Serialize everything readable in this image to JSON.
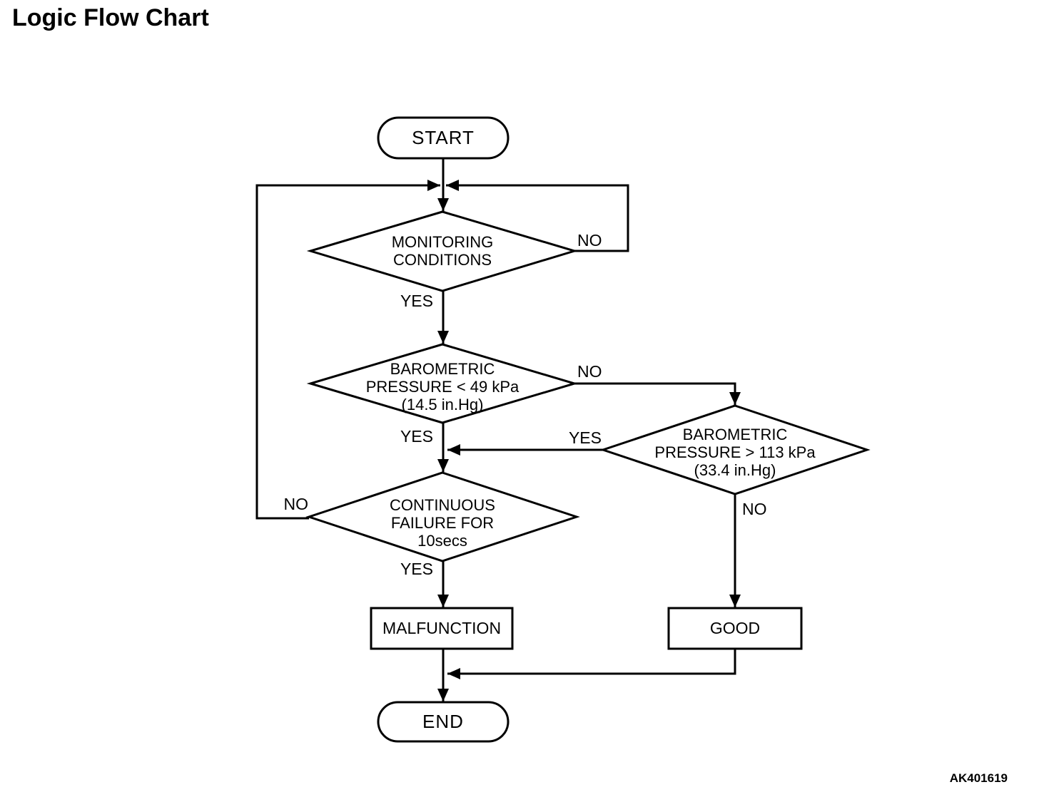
{
  "title": "Logic Flow Chart",
  "figure_code": "AK401619",
  "colors": {
    "ink": "#000000",
    "background": "#ffffff"
  },
  "nodes": {
    "start": {
      "label": "START"
    },
    "monitoring": {
      "lines": [
        "MONITORING",
        "CONDITIONS"
      ]
    },
    "baro_low": {
      "lines": [
        "BAROMETRIC",
        "PRESSURE < 49 kPa",
        "(14.5 in.Hg)"
      ]
    },
    "baro_high": {
      "lines": [
        "BAROMETRIC",
        "PRESSURE > 113 kPa",
        "(33.4 in.Hg)"
      ]
    },
    "continuous": {
      "lines": [
        "CONTINUOUS",
        "FAILURE FOR",
        "10secs"
      ]
    },
    "malfunction": {
      "label": "MALFUNCTION"
    },
    "good": {
      "label": "GOOD"
    },
    "end": {
      "label": "END"
    }
  },
  "edge_labels": {
    "monitoring_no": "NO",
    "monitoring_yes": "YES",
    "baro_low_no": "NO",
    "baro_low_yes": "YES",
    "baro_high_yes": "YES",
    "baro_high_no": "NO",
    "continuous_no": "NO",
    "continuous_yes": "YES"
  }
}
